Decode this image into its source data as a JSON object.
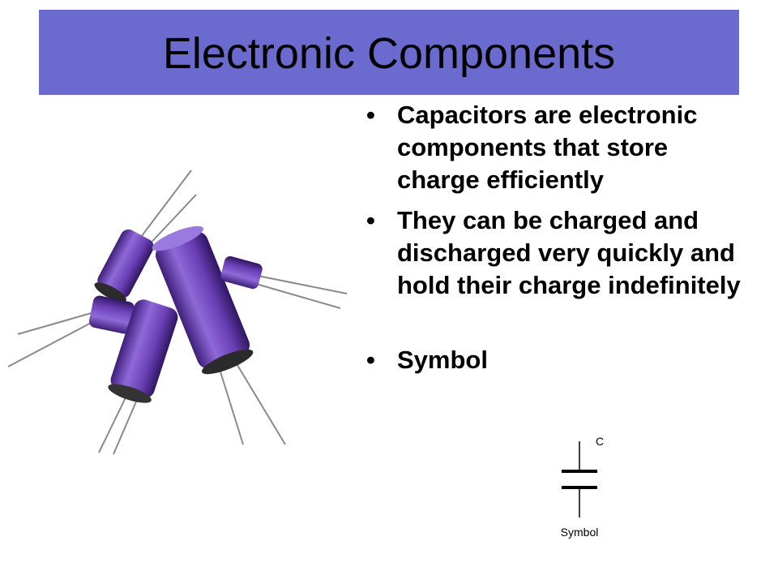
{
  "slide": {
    "title": "Electronic Components",
    "bullets": [
      "Capacitors are electronic components that store charge efficiently",
      "They can be charged and discharged very quickly and hold their charge indefinitely",
      "Symbol"
    ],
    "bullet_marker": "•"
  },
  "symbol": {
    "top_label": "C",
    "bottom_label": "Symbol"
  },
  "colors": {
    "title_bar": "#6b6bcf",
    "capacitor_body": "#6a3fb5"
  },
  "photo": {
    "icon": "capacitors-photo"
  }
}
